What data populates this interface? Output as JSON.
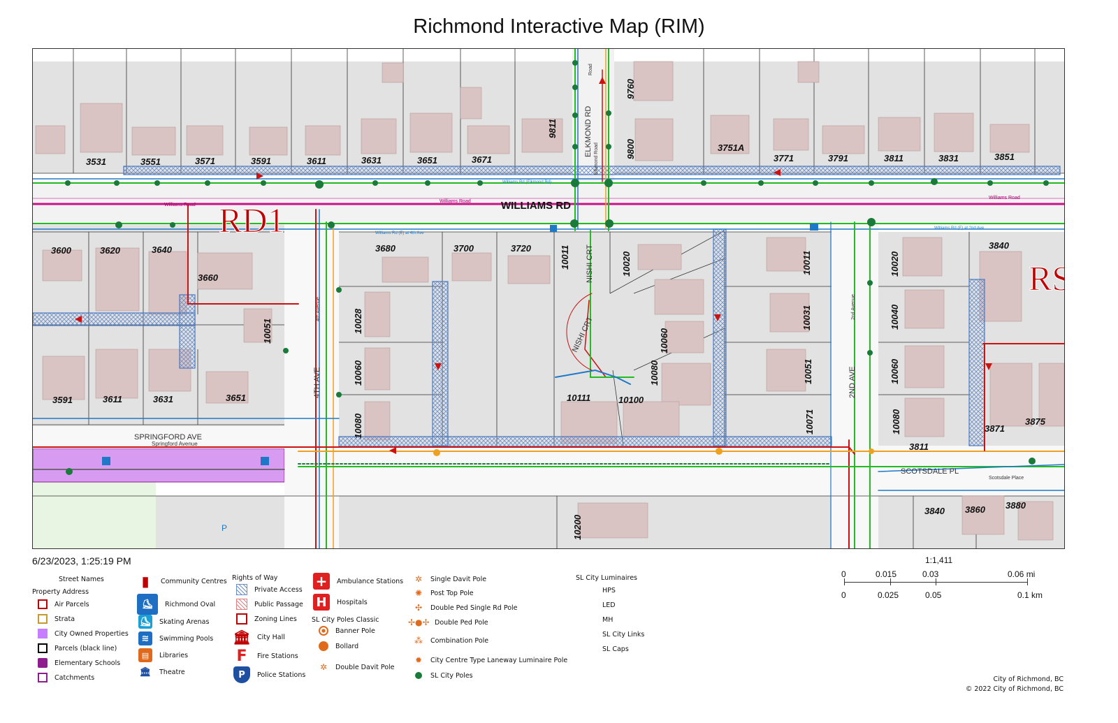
{
  "title": "Richmond Interactive Map (RIM)",
  "timestamp": "6/23/2023, 1:25:19 PM",
  "map": {
    "streets": {
      "williams_rd": "WILLIAMS RD",
      "williams_rd_small": "Williams Road",
      "williams_rd_small2": "Williams Road",
      "williams_rd_small3": "Williams Road",
      "elkmond_rd": "ELKMOND RD",
      "elkmond_small": "Elkmond Road",
      "road_small": "Road",
      "nishi_crt": "NISHI CRT",
      "nishi_crt2": "NISHI CRT",
      "fourth_ave": "4TH AVE",
      "fourth_small": "4th Avenue",
      "second_ave": "2ND AVE",
      "second_small": "2nd Avenue",
      "springford_ave": "SPRINGFORD AVE",
      "springford_small": "Springford Avenue",
      "scotsdale_pl": "SCOTSDALE PL",
      "scotsdale_small": "Scotsdale Place"
    },
    "zoning": [
      "RD1",
      "RS"
    ],
    "park_label": "P",
    "addresses_top": [
      "3531",
      "3551",
      "3571",
      "3591",
      "3611",
      "3631",
      "3651",
      "3671",
      "3751A",
      "3771",
      "3791",
      "3811",
      "3831",
      "3851"
    ],
    "addresses_vertical_top": [
      "9811",
      "9760",
      "9800"
    ],
    "addresses_mid": [
      "3600",
      "3620",
      "3640",
      "3660",
      "3680",
      "3700",
      "3720",
      "3840"
    ],
    "addresses_vertical_mid": [
      "10011",
      "10020",
      "10011",
      "10020",
      "10028",
      "10051",
      "10031",
      "10040",
      "10060",
      "10060",
      "10080",
      "10051",
      "10060",
      "10071",
      "10080",
      "10080",
      "10200"
    ],
    "addresses_bottom": [
      "3591",
      "3611",
      "3631",
      "3651",
      "10111",
      "10100",
      "3811",
      "3871",
      "3875",
      "3840",
      "3860",
      "3880"
    ],
    "row_labels": [
      "Williams Rd (Elkmond Rd)",
      "Williams Rd (E) at 4th Ave",
      "Williams Rd (E) at 2nd Ave"
    ]
  },
  "legend": {
    "col1": {
      "street_names": "Street Names",
      "property_address": "Property Address",
      "items": [
        {
          "label": "Air Parcels",
          "color": "#c00000",
          "style": "outline"
        },
        {
          "label": "Strata",
          "color": "#c89a2e",
          "style": "outline"
        },
        {
          "label": "City Owned Properties",
          "color": "#c77dff",
          "style": "fill"
        },
        {
          "label": "Parcels (black line)",
          "color": "#000000",
          "style": "outline"
        },
        {
          "label": "Elementary Schools",
          "color": "#8e1d8e",
          "style": "icon"
        },
        {
          "label": "Catchments",
          "color": "#8e1d8e",
          "style": "outline"
        }
      ]
    },
    "col2": {
      "items": [
        {
          "label": "Community Centres",
          "icon": "community-centre-icon",
          "color": "#c00000",
          "glyph": "▮"
        },
        {
          "label": "Richmond Oval",
          "icon": "skater-icon",
          "color": "#1e6fc4",
          "glyph": "⛸"
        },
        {
          "label": "Skating Arenas",
          "icon": "skating-arena-icon",
          "color": "#1aa0d6",
          "glyph": "⛸"
        },
        {
          "label": "Swimming Pools",
          "icon": "swimmer-icon",
          "color": "#1e6fc4",
          "glyph": "≋"
        },
        {
          "label": "Libraries",
          "icon": "library-icon",
          "color": "#e06a1b",
          "glyph": "📖"
        },
        {
          "label": "Theatre",
          "icon": "theatre-icon",
          "color": "#1e4fa0",
          "glyph": "🏛"
        }
      ]
    },
    "col3": {
      "heading": "Rights of Way",
      "items": [
        {
          "label": "Private Access",
          "color": "#6b8fc7",
          "style": "hatch"
        },
        {
          "label": "Public Passage",
          "color": "#e08080",
          "style": "hatch"
        },
        {
          "label": "Zoning Lines",
          "color": "#c00000",
          "style": "outline"
        },
        {
          "label": "City Hall",
          "color": "#c00000",
          "style": "icon",
          "glyph": "🏛"
        },
        {
          "label": "Fire Stations",
          "color": "#e02020",
          "style": "icon",
          "glyph": "F"
        },
        {
          "label": "Police Stations",
          "color": "#1e4fa0",
          "style": "icon",
          "glyph": "P"
        }
      ]
    },
    "col4": {
      "items": [
        {
          "label": "Ambulance Stations",
          "color": "#e02020",
          "glyph": "+"
        },
        {
          "label": "Hospitals",
          "color": "#e02020",
          "glyph": "H"
        }
      ],
      "heading": "SL City Poles Classic",
      "pole_items": [
        {
          "label": "Banner Pole",
          "color": "#e06a1b"
        },
        {
          "label": "Bollard",
          "color": "#e06a1b"
        },
        {
          "label": "Double Davit Pole",
          "color": "#e06a1b"
        }
      ]
    },
    "col5": {
      "items": [
        {
          "label": "Single Davit Pole",
          "color": "#e06a1b"
        },
        {
          "label": "Post Top Pole",
          "color": "#e06a1b"
        },
        {
          "label": "Double Ped Single Rd Pole",
          "color": "#e06a1b"
        },
        {
          "label": "Double Ped Pole",
          "color": "#e06a1b"
        },
        {
          "label": "Combination Pole",
          "color": "#e06a1b"
        },
        {
          "label": "City Centre Type Laneway Luminaire Pole",
          "color": "#e06a1b"
        },
        {
          "label": "SL City Poles",
          "color": "#1a7a3a"
        }
      ]
    },
    "col6": {
      "heading": "SL City Luminaires",
      "items": [
        "HPS",
        "LED",
        "MH",
        "SL City Links",
        "SL Caps"
      ]
    }
  },
  "scale": {
    "ratio": "1:1,411",
    "mi_ticks": [
      "0",
      "0.015",
      "0.03",
      "0.06 mi"
    ],
    "km_ticks": [
      "0",
      "0.025",
      "0.05",
      "0.1 km"
    ]
  },
  "credits": {
    "line1": "City of Richmond, BC",
    "line2": "© 2022 City of Richmond, BC"
  },
  "colors": {
    "parcel_fill": "#e2e2e2",
    "building": "#d9c3c3",
    "road": "#ffffff",
    "water_green": "#22bb22",
    "water_blue": "#1e78c8",
    "sewer_red": "#cc1111",
    "gas_orange": "#f0a020",
    "magenta": "#cc1188",
    "row_hatch": "#6b8fc7",
    "city_owned": "#c77dff",
    "park": "#e8f5e2"
  }
}
